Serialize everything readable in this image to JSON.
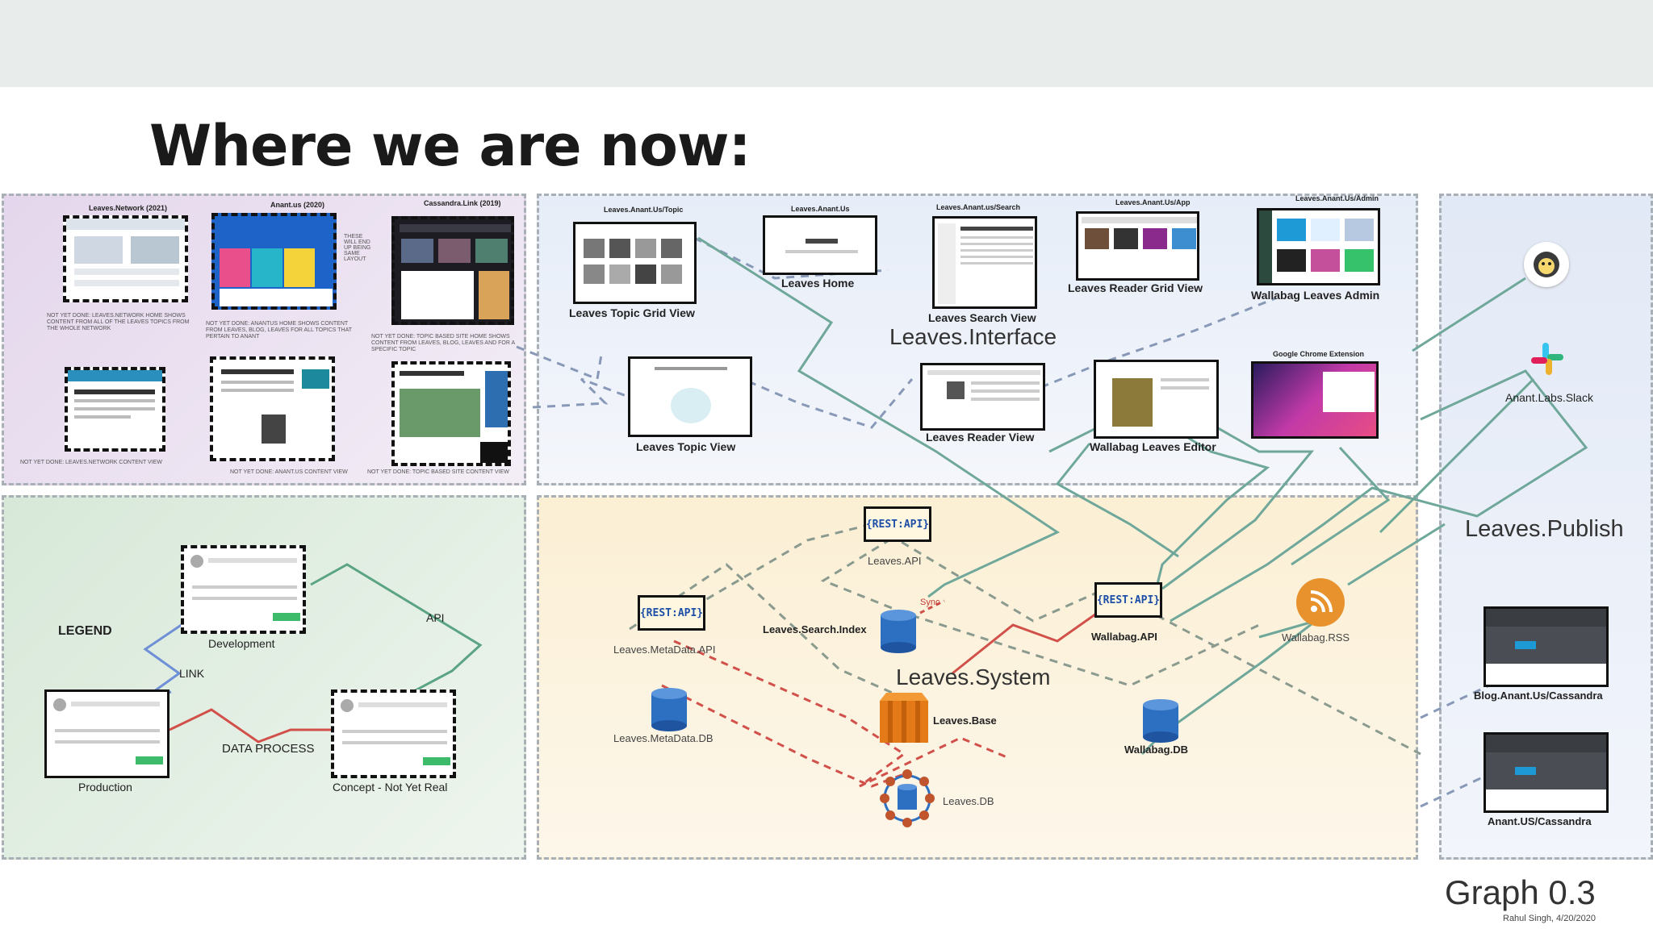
{
  "slide_title": "Where we are now:",
  "footer": {
    "graph_version": "Graph 0.3",
    "author_date": "Rahul Singh, 4/20/2020"
  },
  "sites": {
    "headers": [
      "Leaves.Network (2021)",
      "Anant.us (2020)",
      "Cassandra.Link (2019)"
    ],
    "notes": [
      "NOT YET DONE: LEAVES.NETWORK HOME SHOWS CONTENT FROM ALL OF THE LEAVES TOPICS FROM THE WHOLE NETWORK",
      "NOT YET DONE: ANANTUS HOME SHOWS CONTENT FROM LEAVES, BLOG, LEAVES FOR ALL TOPICS THAT PERTAIN TO ANANT",
      "NOT YET DONE: TOPIC BASED SITE HOME SHOWS CONTENT FROM LEAVES, BLOG, LEAVES AND FOR A SPECIFIC TOPIC",
      "NOT YET DONE: LEAVES.NETWORK CONTENT VIEW",
      "NOT YET DONE: ANANT.US CONTENT VIEW",
      "NOT YET DONE: TOPIC BASED SITE CONTENT VIEW",
      "THESE WILL END UP BEING SAME LAYOUT"
    ]
  },
  "interface": {
    "region_label": "Leaves.Interface",
    "captions": [
      "Leaves.Anant.Us/Topic",
      "Leaves.Anant.Us",
      "Leaves.Anant.us/Search",
      "Leaves.Anant.Us/App",
      "Leaves.Anant.Us/Admin",
      "Google Chrome Extension"
    ],
    "views": [
      "Leaves Topic Grid View",
      "Leaves Home",
      "Leaves Search View",
      "Leaves Reader Grid View",
      "Wallabag Leaves Admin",
      "Leaves Topic View",
      "Leaves Reader View",
      "Wallabag Leaves Editor"
    ]
  },
  "publish": {
    "region_label": "Leaves.Publish",
    "items": [
      "Anant.Labs.Slack",
      "Blog.Anant.Us/Cassandra",
      "Anant.US/Cassandra"
    ]
  },
  "legend": {
    "title": "LEGEND",
    "items": [
      "Development",
      "Production",
      "Concept - Not Yet Real"
    ],
    "edges": [
      "LINK",
      "API",
      "DATA PROCESS"
    ]
  },
  "system": {
    "region_label": "Leaves.System",
    "api_badge": "{REST:API}",
    "components": [
      "Leaves.API",
      "Leaves.MetaData.API",
      "Leaves.Search.Index",
      "Wallabag.API",
      "Wallabag.RSS",
      "Leaves.MetaData.DB",
      "Leaves.Base",
      "Wallabag.DB",
      "Leaves.DB"
    ],
    "edge_label": "Sync"
  },
  "colors": {
    "link": "#6f90d6",
    "api": "#5aa383",
    "data_process": "#d2504a",
    "dashed_api": "#8a9a8f"
  }
}
